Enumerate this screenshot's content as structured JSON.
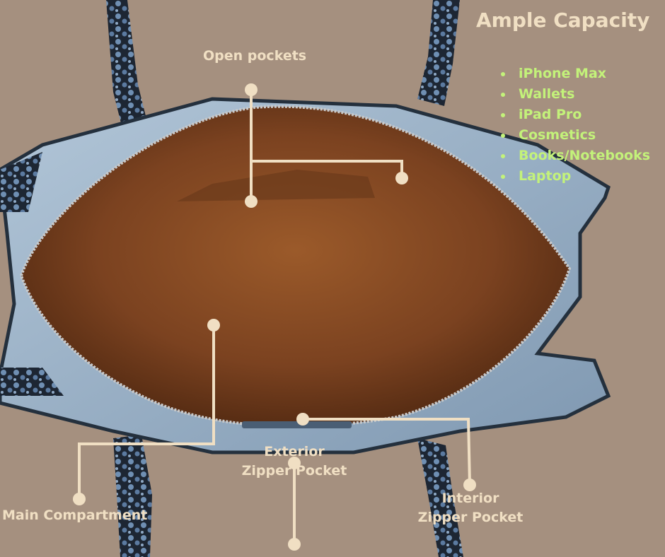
{
  "title": "Ample Capacity",
  "features": [
    "iPhone Max",
    "Wallets",
    "iPad Pro",
    "Cosmetics",
    "Books/Notebooks",
    "Laptop"
  ],
  "callouts": {
    "open_pockets": "Open pockets",
    "main_compartment": "Main Compartment",
    "exterior_zipper_pocket": "Exterior Zipper Pocket",
    "interior_zipper_pocket": "Interior Zipper Pocket"
  },
  "colors": {
    "background": "#a5907f",
    "callout_line": "#f0dfc3",
    "feature_text": "#c3f27a",
    "bag_leather": "#9bb2c8",
    "lining": "#8a4f26"
  }
}
